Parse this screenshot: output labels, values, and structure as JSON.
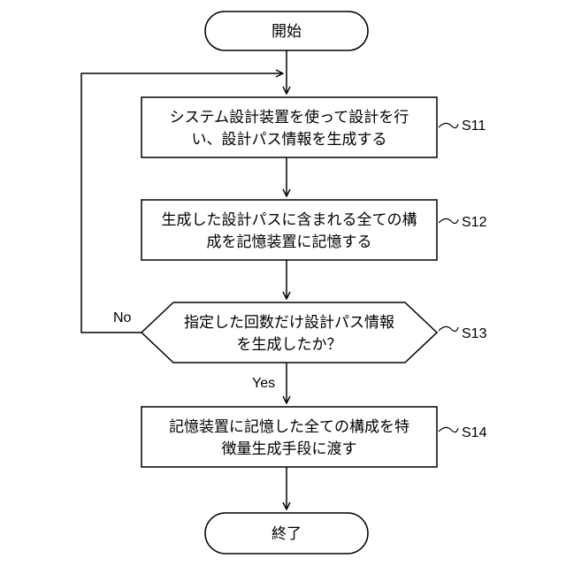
{
  "flowchart": {
    "start": {
      "label": "開始"
    },
    "s11": {
      "id": "S11",
      "line1": "システム設計装置を使って設計を行",
      "line2": "い、設計パス情報を生成する"
    },
    "s12": {
      "id": "S12",
      "line1": "生成した設計パスに含まれる全ての構",
      "line2": "成を記憶装置に記憶する"
    },
    "s13": {
      "id": "S13",
      "line1": "指定した回数だけ設計パス情報",
      "line2": "を生成したか？",
      "no_label": "No",
      "yes_label": "Yes"
    },
    "s14": {
      "id": "S14",
      "line1": "記憶装置に記憶した全ての構成を特",
      "line2": "徴量生成手段に渡す"
    },
    "end": {
      "label": "終了"
    }
  }
}
